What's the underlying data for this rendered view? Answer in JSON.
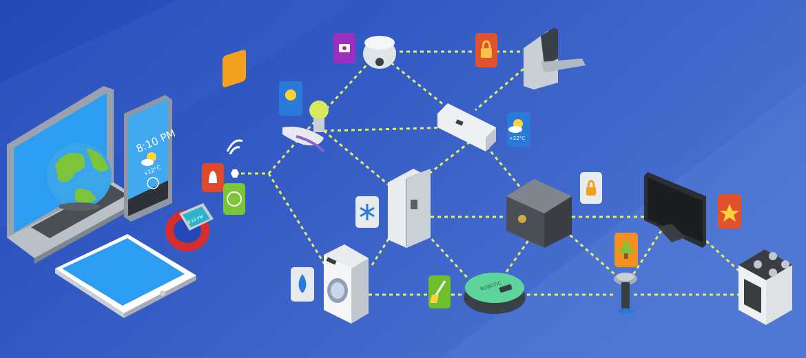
{
  "phone": {
    "time": "8:10 PM",
    "temp": "+22°C"
  },
  "watch": {
    "time": "8:10 PM"
  },
  "weather_badge": {
    "temp": "+22°C"
  },
  "robot": {
    "label": "ROBOTIC"
  },
  "icons": [
    "camera-icon",
    "lock-icon",
    "bulb-icon",
    "weather-icon",
    "wifi-icon",
    "bell-icon",
    "globe-icon",
    "snowflake-icon",
    "padlock-icon",
    "star-icon",
    "tree-icon",
    "drop-icon",
    "broom-icon"
  ],
  "colors": {
    "background": "#2e55c2",
    "connection_line": "#e3f05a",
    "camera_badge": "#9b2fc0",
    "lock_badge": "#e0522e",
    "bulb_badge": "#2a7bd9",
    "weather_badge": "#2a7bd9",
    "wifi_badge": "#f3a01f",
    "bell_badge": "#e04a2a",
    "globe_badge": "#7cc43a",
    "padlock_badge": "#f3a01f",
    "star_badge": "#e0522e",
    "tree_badge": "#f3901f",
    "broom_badge": "#6fbf2a"
  }
}
